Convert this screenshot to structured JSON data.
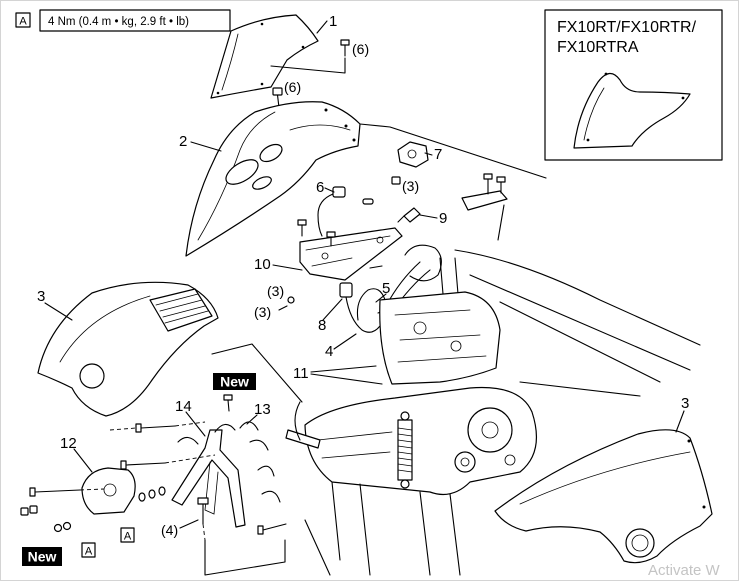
{
  "torque_note": {
    "marker": "A",
    "spec": "4 Nm (0.4 m • kg, 2.9 ft • lb)"
  },
  "variant_inset": {
    "line1": "FX10RT/FX10RTR/",
    "line2": "FX10RTRA"
  },
  "callouts": [
    "1",
    "2",
    "3",
    "3",
    "4",
    "5",
    "6",
    "7",
    "8",
    "9",
    "10",
    "11",
    "12",
    "13",
    "14"
  ],
  "quantities": [
    "(6)",
    "(6)",
    "(3)",
    "(3)",
    "(3)",
    "(4)"
  ],
  "new_tags": [
    "New",
    "New"
  ],
  "torque_refs": [
    "A",
    "A"
  ],
  "watermark": "Activate W",
  "colors": {
    "ink": "#000000",
    "tag_bg": "#000000",
    "tag_text": "#ffffff",
    "watermark": "#c4c4c4"
  }
}
